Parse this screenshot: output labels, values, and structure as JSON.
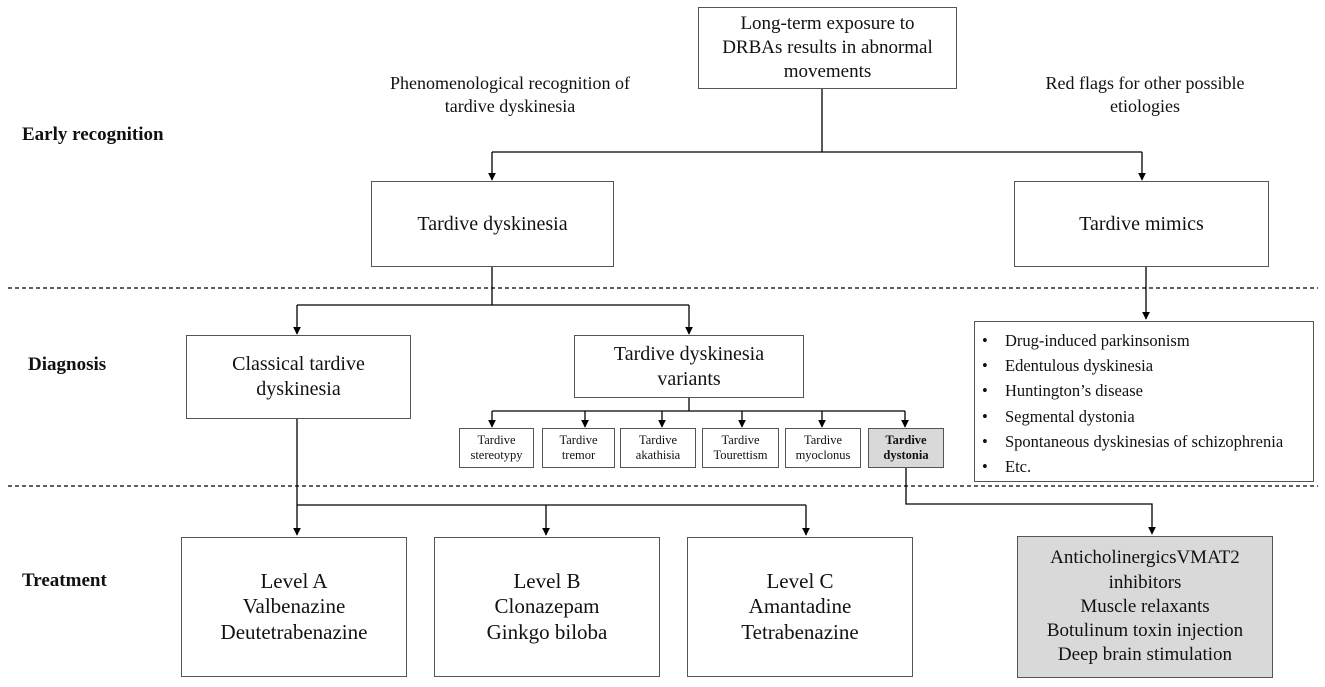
{
  "sections": {
    "early_recognition": "Early recognition",
    "diagnosis": "Diagnosis",
    "treatment": "Treatment"
  },
  "root": [
    "Long-term exposure to",
    "DRBAs results in abnormal",
    "movements"
  ],
  "branch_labels": {
    "phenomenological": [
      "Phenomenological recognition of",
      "tardive dyskinesia"
    ],
    "red_flags": [
      "Red flags for other possible",
      "etiologies"
    ]
  },
  "tardive_dyskinesia": "Tardive dyskinesia",
  "tardive_mimics": "Tardive mimics",
  "classical_td": [
    "Classical tardive",
    "dyskinesia"
  ],
  "td_variants": [
    "Tardive dyskinesia",
    "variants"
  ],
  "variants": [
    [
      "Tardive",
      "stereotypy"
    ],
    [
      "Tardive",
      "tremor"
    ],
    [
      "Tardive",
      "akathisia"
    ],
    [
      "Tardive",
      "Tourettism"
    ],
    [
      "Tardive",
      "myoclonus"
    ],
    [
      "Tardive",
      "dystonia"
    ]
  ],
  "mimics_list": [
    "Drug-induced parkinsonism",
    "Edentulous dyskinesia",
    "Huntington’s disease",
    "Segmental dystonia",
    "Spontaneous dyskinesias of schizophrenia",
    "Etc."
  ],
  "levels": [
    [
      "Level A",
      "Valbenazine",
      "Deutetrabenazine"
    ],
    [
      "Level B",
      "Clonazepam",
      "Ginkgo biloba"
    ],
    [
      "Level C",
      "Amantadine",
      "Tetrabenazine"
    ]
  ],
  "dystonia_treatment": [
    "AnticholinergicsVMAT2",
    "inhibitors",
    "Muscle relaxants",
    "Botulinum toxin injection",
    "Deep brain stimulation"
  ],
  "colors": {
    "highlight_fill": "#d9d9d9",
    "line": "#000000",
    "border": "#555555"
  }
}
